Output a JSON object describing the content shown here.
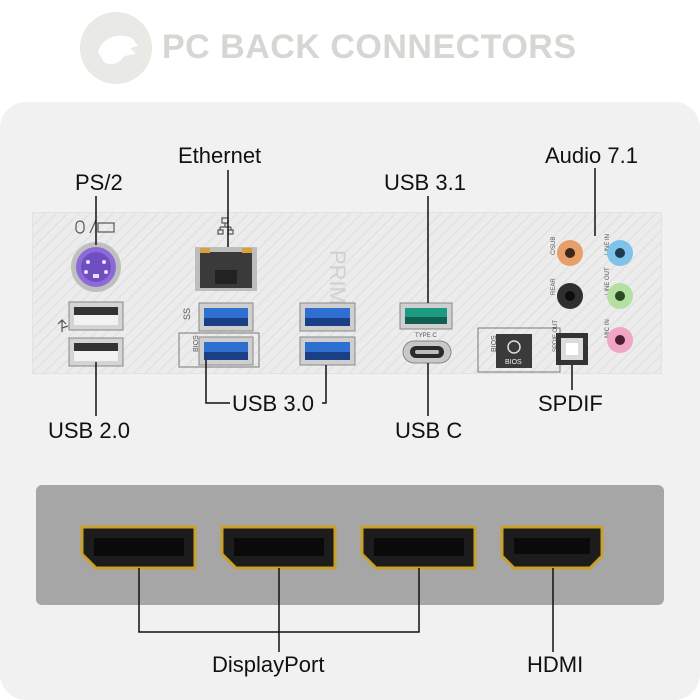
{
  "header": {
    "title": "PC BACK CONNECTORS",
    "logo_icon": "dinosaur-head-logo"
  },
  "labels": {
    "ethernet": "Ethernet",
    "audio": "Audio 7.1",
    "ps2": "PS/2",
    "usb31": "USB 3.1",
    "usb30": "USB 3.0",
    "usb20": "USB 2.0",
    "usbc": "USB C",
    "spdif": "SPDIF",
    "displayport": "DisplayPort",
    "hdmi": "HDMI"
  },
  "panel": {
    "brand": "PRIME",
    "bios_left": "BIOS",
    "bios_button": "BIOS",
    "type_c": "TYPE C",
    "spdif_out": "SPDIF OUT",
    "audio_labels": [
      "C/SUB",
      "LINE IN",
      "REAR",
      "LINE OUT",
      "MIC IN"
    ]
  },
  "colors": {
    "usb3_blue": "#2f6fd1",
    "usb31_teal": "#1d9a82",
    "hdmi_gold": "#c9a02a"
  }
}
